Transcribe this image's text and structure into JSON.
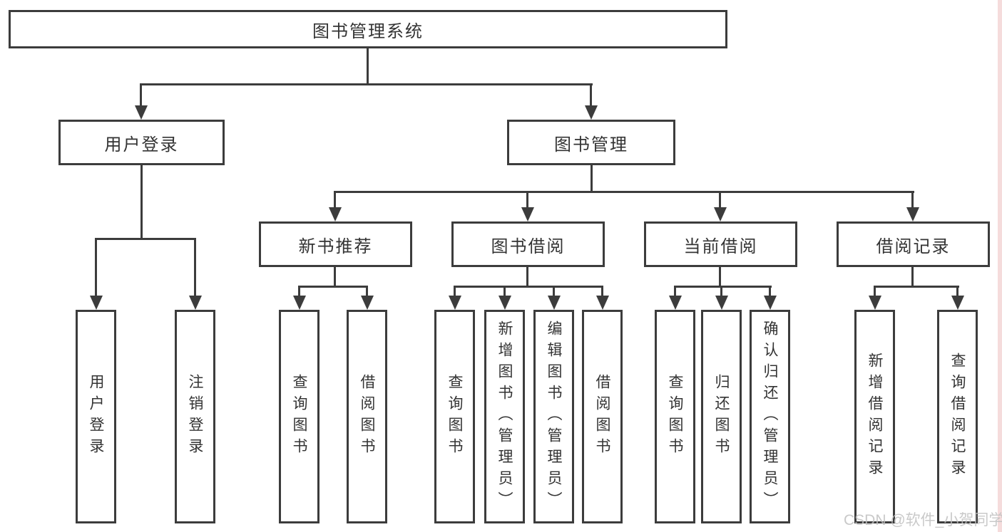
{
  "diagram": {
    "root": {
      "label": "图书管理系统"
    },
    "branches": [
      {
        "label": "用户登录",
        "children": [
          {
            "label": "用户登录"
          },
          {
            "label": "注销登录"
          }
        ]
      },
      {
        "label": "图书管理",
        "children": [
          {
            "label": "新书推荐",
            "children": [
              {
                "label": "查询图书"
              },
              {
                "label": "借阅图书"
              }
            ]
          },
          {
            "label": "图书借阅",
            "children": [
              {
                "label": "查询图书"
              },
              {
                "label": "新增图书（管理员）"
              },
              {
                "label": "编辑图书（管理员）"
              },
              {
                "label": "借阅图书"
              }
            ]
          },
          {
            "label": "当前借阅",
            "children": [
              {
                "label": "查询图书"
              },
              {
                "label": "归还图书"
              },
              {
                "label": "确认归还（管理员）"
              }
            ]
          },
          {
            "label": "借阅记录",
            "children": [
              {
                "label": "新增借阅记录"
              },
              {
                "label": "查询借阅记录"
              }
            ]
          }
        ]
      }
    ]
  },
  "watermark": {
    "text": "CSDN @软件_小贺同学"
  },
  "colors": {
    "line": "#3c3c3c",
    "text": "#333333",
    "background": "#ffffff",
    "watermark": "#c0c0c0",
    "right_strip": "#f5dcdc"
  }
}
